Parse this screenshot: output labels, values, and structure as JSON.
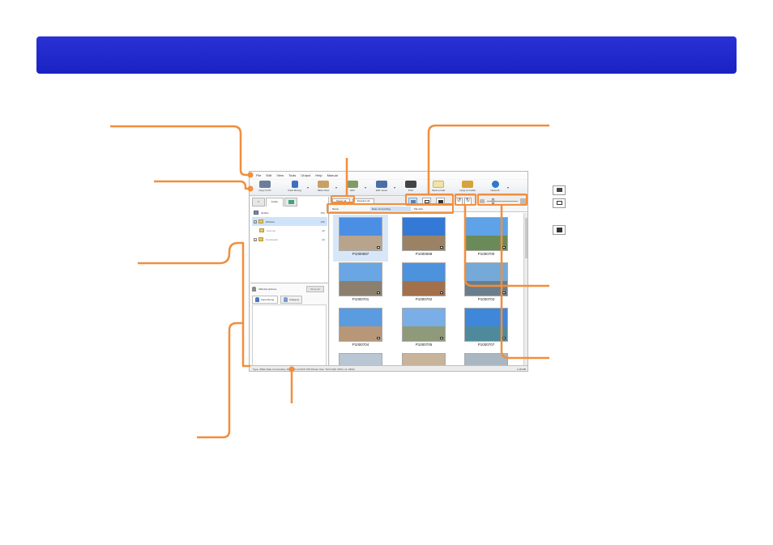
{
  "colors": {
    "banner": "#1e26c8",
    "callout": "#f28e3c",
    "selection": "#cfe3fb"
  },
  "menu": [
    "File",
    "Edit",
    "View",
    "Tools",
    "Output",
    "Help",
    "Manual"
  ],
  "toolbar": [
    {
      "label": "Copy to PC",
      "icon": "copy-to-pc-icon"
    },
    {
      "label": "Face Recog.",
      "icon": "face-recognition-icon"
    },
    {
      "label": "Slide show",
      "icon": "slide-show-icon"
    },
    {
      "label": "Edit",
      "icon": "edit-icon"
    },
    {
      "label": "Edit movie",
      "icon": "edit-movie-icon"
    },
    {
      "label": "Print",
      "icon": "print-icon"
    },
    {
      "label": "Send e-mail",
      "icon": "send-email-icon"
    },
    {
      "label": "Copy to media",
      "icon": "copy-to-media-icon"
    },
    {
      "label": "Network",
      "icon": "network-icon"
    }
  ],
  "left": {
    "tab_label": "Folder",
    "tree": [
      {
        "label": "All files",
        "count": "(55)"
      },
      {
        "label": "Pictures",
        "count": "(55)"
      },
      {
        "label": "Summer",
        "count": "(0)"
      },
      {
        "label": "Downloads",
        "count": "(0)"
      }
    ],
    "face_header": "Affected pictures",
    "face_button": "Show all",
    "face_tabs": [
      "Face Recog.",
      "Category"
    ]
  },
  "right": {
    "select_all": "Select all",
    "deselect_all": "Deselect all",
    "columns": [
      "Name",
      "Date of recording",
      "File size"
    ]
  },
  "photos": [
    {
      "name": "P1000697"
    },
    {
      "name": "P1000698"
    },
    {
      "name": "P1000700"
    },
    {
      "name": "P1000701"
    },
    {
      "name": "P1000702"
    },
    {
      "name": "P1000703"
    },
    {
      "name": "P1000704"
    },
    {
      "name": "P1000705"
    },
    {
      "name": "P1000707"
    }
  ],
  "status": {
    "info": "Type: JPEG   Date of recording: 4/5/2010 12:03:07 PM   Picture Size: 7M 4:3(W: 3072 x H: 2304)",
    "size": "4.18 MB"
  }
}
